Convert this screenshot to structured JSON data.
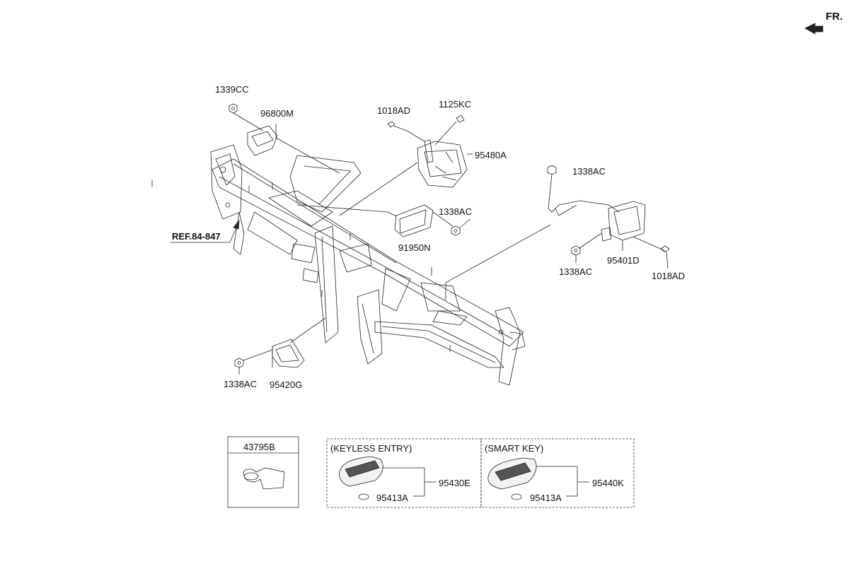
{
  "direction_marker": {
    "text": "FR.",
    "icon": "front-arrow-icon"
  },
  "reference": {
    "text": "REF.84-847"
  },
  "part_labels": {
    "p_1339CC": "1339CC",
    "p_96800M": "96800M",
    "p_1018AD_top": "1018AD",
    "p_1125KC": "1125KC",
    "p_95480A": "95480A",
    "p_1338AC_mid": "1338AC",
    "p_91950N": "91950N",
    "p_1338AC_right_top": "1338AC",
    "p_1338AC_right_bottom": "1338AC",
    "p_95401D": "95401D",
    "p_1018AD_right": "1018AD",
    "p_1338AC_bottom": "1338AC",
    "p_95420G": "95420G"
  },
  "boxes": {
    "tag_box": {
      "part": "43795B"
    },
    "keyless_entry": {
      "heading": "(KEYLESS ENTRY)",
      "key_part": "95430E",
      "battery_part": "95413A"
    },
    "smart_key": {
      "heading": "(SMART KEY)",
      "key_part": "95440K",
      "battery_part": "95413A"
    }
  },
  "colors": {
    "line": "#222222",
    "fill_light": "#f2f2f2",
    "fill_dark": "#555555"
  }
}
